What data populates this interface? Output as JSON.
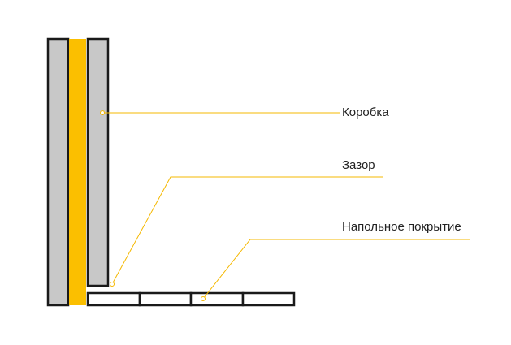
{
  "labels": {
    "box": "Коробка",
    "gap": "Зазор",
    "floor": "Напольное покрытие"
  },
  "colors": {
    "panel_fill": "#c8c8c8",
    "insulation": "#fbbf00",
    "outline": "#1a1a1a",
    "callout_line": "#f5b800"
  }
}
